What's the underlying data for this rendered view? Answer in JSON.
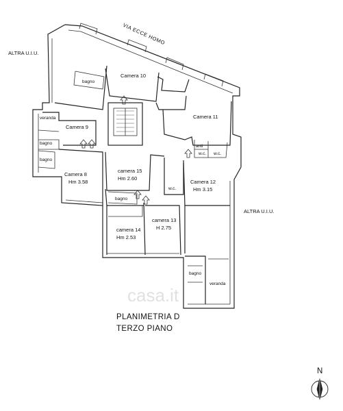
{
  "street": "VIA ECCE HOMO",
  "neighbours": {
    "left": "ALTRA U.I.U.",
    "right": "ALTRA U.I.U."
  },
  "rooms": {
    "camera10": "Camera 10",
    "camera11": "Camera 11",
    "camera9": "Camera 9",
    "camera8": "Camera 8",
    "camera8_h": "Hm 3.58",
    "camera15": "camera 15",
    "camera15_h": "Hm 2.60",
    "camera12": "Camera 12",
    "camera12_h": "Hm 3.15",
    "camera14": "camera 14",
    "camera14_h": "Hm 2.53",
    "camera13": "camera 13",
    "camera13_h": "H 2.75"
  },
  "services": {
    "bagno_top": "bagno",
    "veranda_left": "veranda",
    "bagno_left_1": "bagno",
    "bagno_left_2": "bagno",
    "bagno_center": "bagno",
    "wc_center": "w.c.",
    "anti": "anti",
    "wc_anti": "w.c.",
    "wc_right": "w.c.",
    "bagno_bottom": "bagno",
    "veranda_bottom": "veranda"
  },
  "title": {
    "line1": "PLANIMETRIA D",
    "line2": "TERZO PIANO"
  },
  "compass": {
    "letter": "N"
  },
  "watermark": "casa.it"
}
